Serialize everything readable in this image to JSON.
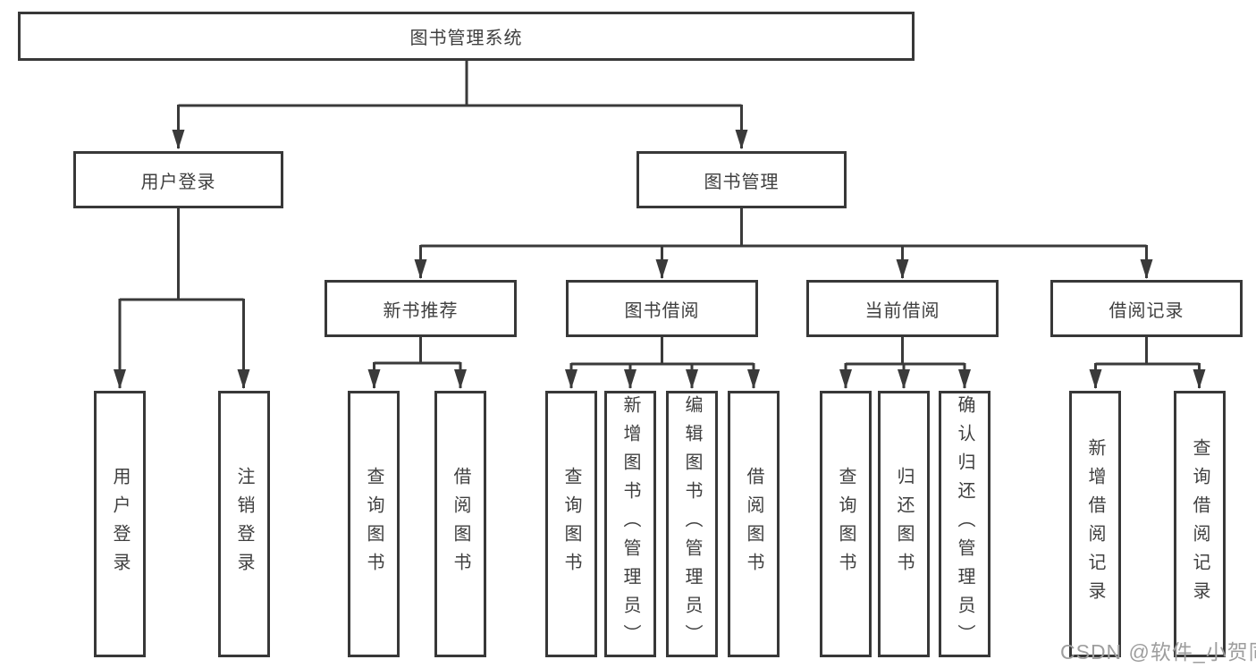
{
  "diagram": {
    "title": "图书管理系统",
    "branches": [
      {
        "label": "用户登录",
        "children": [
          {
            "label": "用户登录"
          },
          {
            "label": "注销登录"
          }
        ]
      },
      {
        "label": "图书管理",
        "children": [
          {
            "label": "新书推荐",
            "children": [
              {
                "label": "查询图书"
              },
              {
                "label": "借阅图书"
              }
            ]
          },
          {
            "label": "图书借阅",
            "children": [
              {
                "label": "查询图书"
              },
              {
                "label": "新增图书（管理员）"
              },
              {
                "label": "编辑图书（管理员）"
              },
              {
                "label": "借阅图书"
              }
            ]
          },
          {
            "label": "当前借阅",
            "children": [
              {
                "label": "查询图书"
              },
              {
                "label": "归还图书"
              },
              {
                "label": "确认归还（管理员）"
              }
            ]
          },
          {
            "label": "借阅记录",
            "children": [
              {
                "label": "新增借阅记录"
              },
              {
                "label": "查询借阅记录"
              }
            ]
          }
        ]
      }
    ],
    "watermark": "CSDN @软件_小贺同学",
    "colors": {
      "line": "#3a3a3a",
      "border": "#383838",
      "text": "#3f3f3f",
      "watermark": "#9e9e9e",
      "background": "#ffffff"
    }
  }
}
